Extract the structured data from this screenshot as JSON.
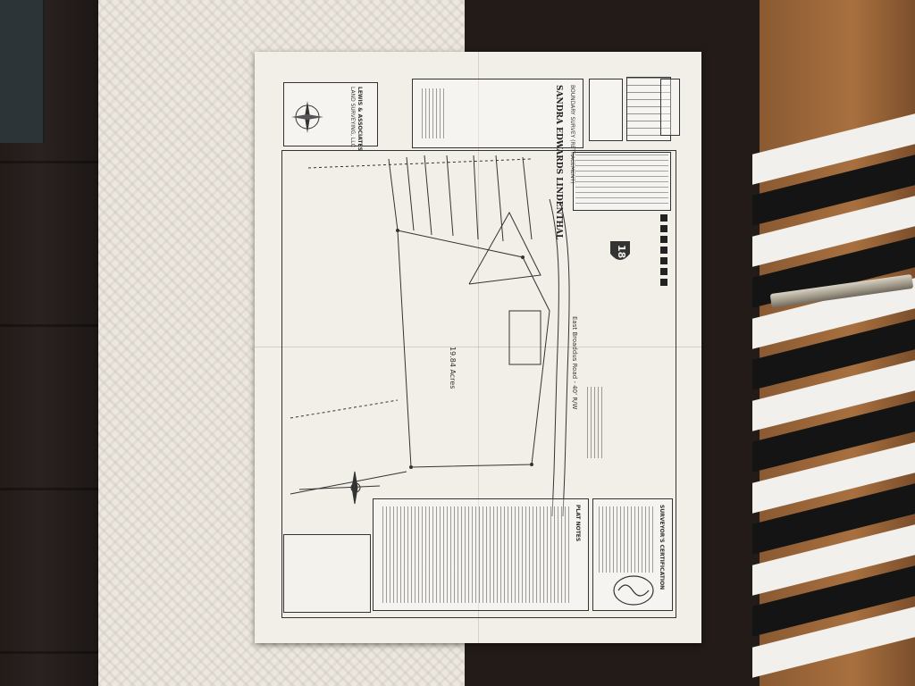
{
  "scene": {
    "colors": {
      "floor_dark": "#221b18",
      "rug": "#ece7df",
      "paper": "#f1efe8",
      "ink": "#333333",
      "wood": "#a8703f",
      "stripe_white": "#f1f0ed",
      "stripe_black": "#141414"
    }
  },
  "survey": {
    "company_name": "LEWIS & ASSOCIATES",
    "company_sub": "LAND SURVEYING, LLC",
    "sheet_title": "BOUNDARY SURVEY (RETRACEMENT)",
    "client_name": "SANDRA EDWARDS LINDENTHAL",
    "acreage": "19.84 Acres",
    "road_label": "East Broaddus Road - 40' R/W",
    "route_number": "18",
    "plat_notes_title": "PLAT NOTES",
    "certification_title": "SURVEYOR'S CERTIFICATION"
  }
}
